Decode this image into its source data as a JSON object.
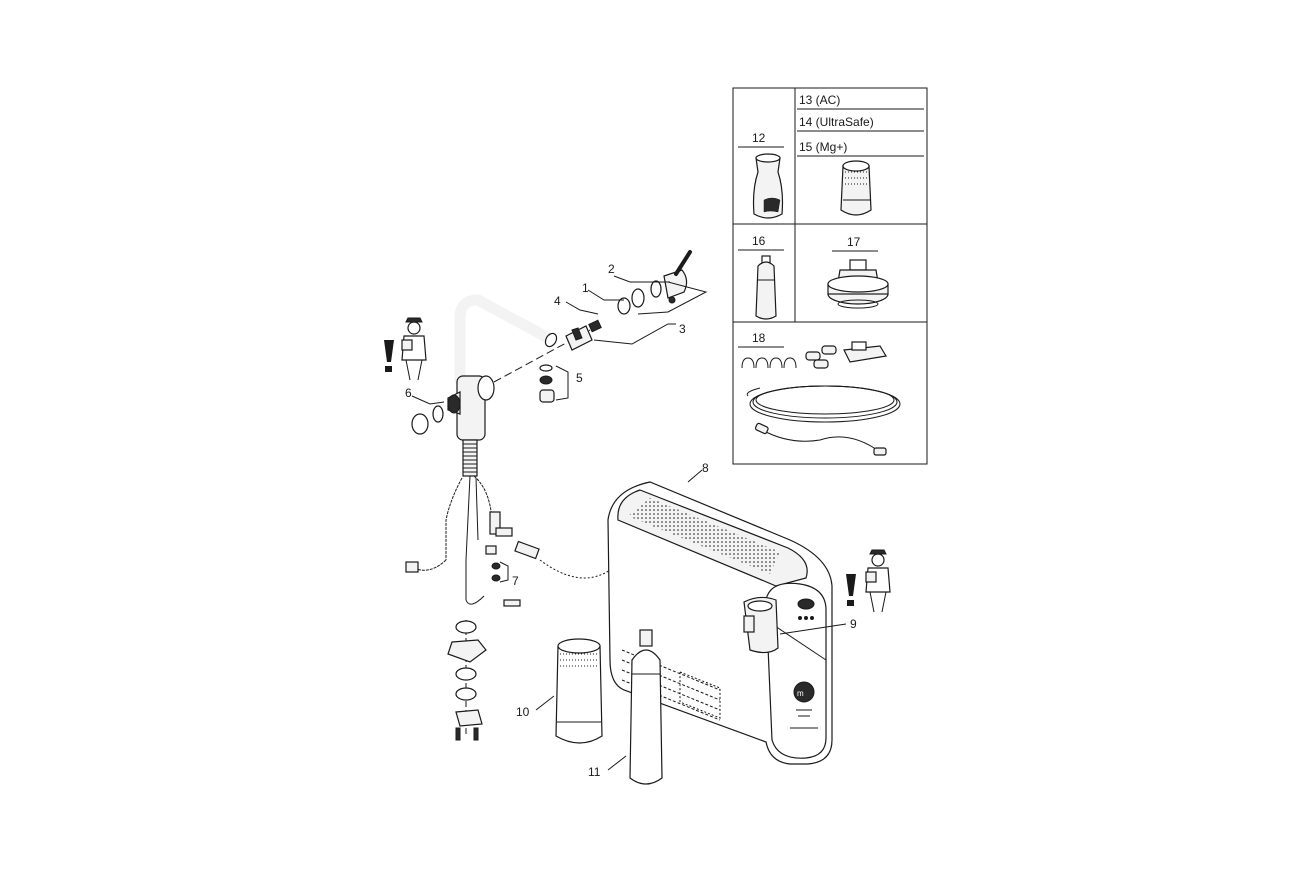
{
  "callouts": {
    "c1": "1",
    "c2": "2",
    "c3": "3",
    "c4": "4",
    "c5": "5",
    "c6": "6",
    "c7": "7",
    "c8": "8",
    "c9": "9",
    "c10": "10",
    "c11": "11"
  },
  "inset": {
    "c12": "12",
    "c13": "13 (AC)",
    "c14": "14 (UltraSafe)",
    "c15": "15 (Mg+)",
    "c16": "16",
    "c17": "17",
    "c18": "18"
  },
  "icons": {
    "warning": "exclamation-icon",
    "installer": "installer-figure-icon"
  },
  "colors": {
    "ink": "#1a1a1a",
    "background": "#ffffff"
  }
}
